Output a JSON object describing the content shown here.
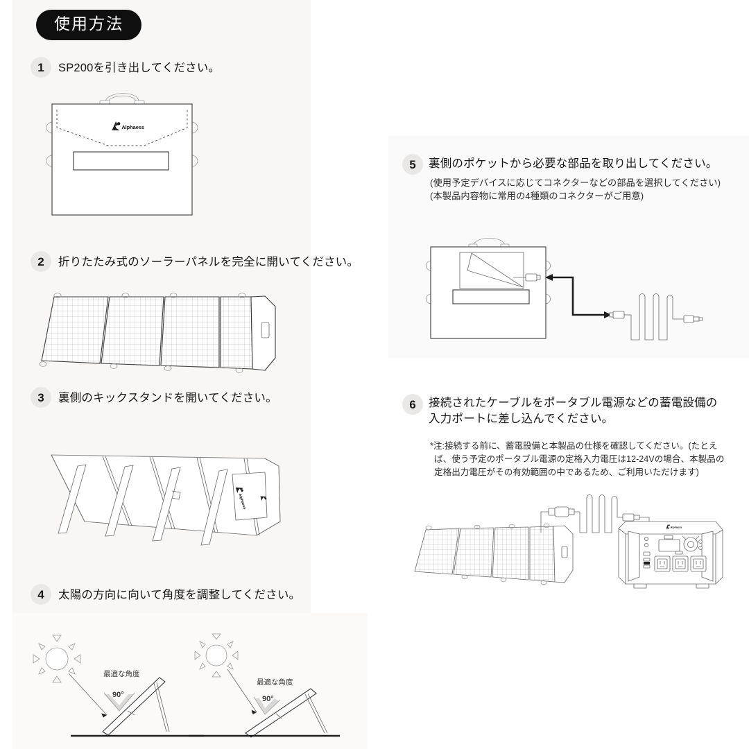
{
  "document": {
    "title_badge": "使用方法",
    "brand": "Alphaess",
    "product_model": "SP200"
  },
  "steps": [
    {
      "number": "1",
      "title": "SP200を引き出してください。",
      "notes": [],
      "illustration": "folded-solar-panel-bag"
    },
    {
      "number": "2",
      "title": "折りたたみ式のソーラーパネルを完全に開いてください。",
      "notes": [],
      "illustration": "unfolded-solar-panel"
    },
    {
      "number": "3",
      "title": "裏側のキックスタンドを開いてください。",
      "notes": [],
      "illustration": "panel-kickstand-rear-view"
    },
    {
      "number": "4",
      "title": "太陽の方向に向いて角度を調整してください。",
      "notes": [],
      "illustration": "sun-angle-adjustment"
    },
    {
      "number": "5",
      "title": "裏側のポケットから必要な部品を取り出してください。",
      "notes": [
        "(使用予定デバイスに応じてコネクターなどの部品を選択してください)",
        "(本製品内容物に常用の4種類のコネクターがご用意)"
      ],
      "illustration": "bag-pocket-cable-connector"
    },
    {
      "number": "6",
      "title": "接続されたケーブルをポータブル電源などの蓄電設備の入力ポートに差し込んでください。",
      "notes": [
        "*注:接続する前に、蓄電設備と本製品の仕様を確認してください。(たとえば、使う予定のポータブル電源の定格入力電圧は12-24Vの場合、本製品の定格出力電圧がその有効範囲の中であるため、ご利用いただけます)"
      ],
      "illustration": "panel-connected-to-power-station"
    }
  ],
  "diagrams": {
    "angle_left": {
      "label": "最適な角度",
      "angle": "90°"
    },
    "angle_right": {
      "label": "最適な角度",
      "angle": "90°"
    }
  }
}
